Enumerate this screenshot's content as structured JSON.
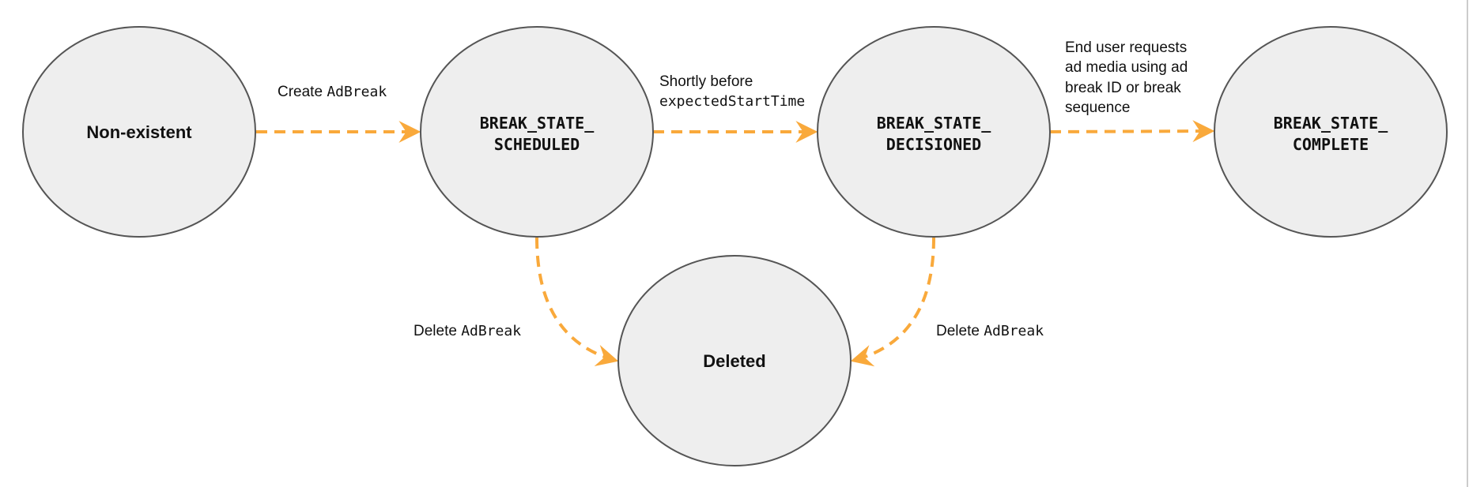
{
  "colors": {
    "edge": "#f9a93b",
    "node_fill": "#eeeeee",
    "node_stroke": "#555555"
  },
  "nodes": {
    "nonexistent": {
      "label": "Non-existent"
    },
    "scheduled": {
      "line1": "BREAK_STATE_",
      "line2": "SCHEDULED"
    },
    "decisioned": {
      "line1": "BREAK_STATE_",
      "line2": "DECISIONED"
    },
    "complete": {
      "line1": "BREAK_STATE_",
      "line2": "COMPLETE"
    },
    "deleted": {
      "label": "Deleted"
    }
  },
  "edges": {
    "create": {
      "text": "Create ",
      "code": "AdBreak"
    },
    "shortly": {
      "line1": "Shortly before",
      "code": "expectedStartTime"
    },
    "enduser": {
      "lines": [
        "End user requests",
        "ad media using ad",
        "break ID or break",
        "sequence"
      ]
    },
    "delete_left": {
      "text": "Delete ",
      "code": "AdBreak"
    },
    "delete_right": {
      "text": "Delete ",
      "code": "AdBreak"
    }
  }
}
